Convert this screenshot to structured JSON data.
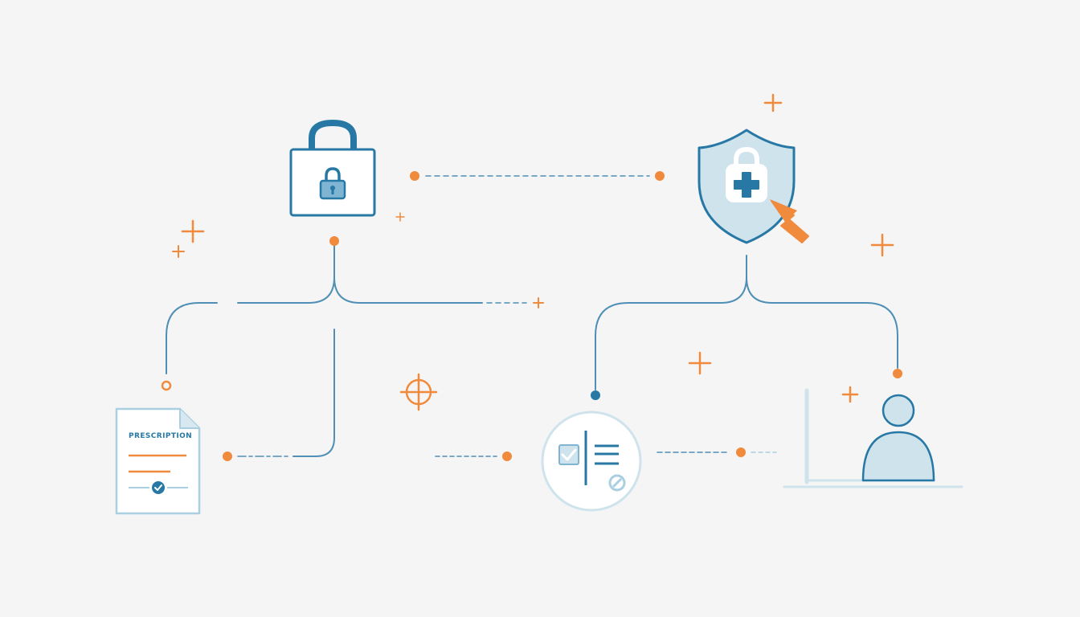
{
  "colors": {
    "background": "#f5f5f5",
    "primary": "#2778a5",
    "primary_light": "#bfdbe8",
    "line": "#4f8fb5",
    "accent": "#f08a3c",
    "document_border": "#a9cfe0",
    "document_fill": "#ffffff"
  },
  "diagram": {
    "nodes": [
      {
        "id": "lock",
        "icon": "padlock-icon"
      },
      {
        "id": "shield",
        "icon": "shield-medical-lock-icon"
      },
      {
        "id": "prescription",
        "icon": "prescription-document-icon",
        "label": "PRESCRIPTION"
      },
      {
        "id": "checklist",
        "icon": "checklist-circle-icon"
      },
      {
        "id": "patient",
        "icon": "user-at-desk-icon"
      }
    ],
    "decorations": [
      "sparkle-icon",
      "crosshair-icon",
      "cursor-arrow-icon"
    ]
  }
}
